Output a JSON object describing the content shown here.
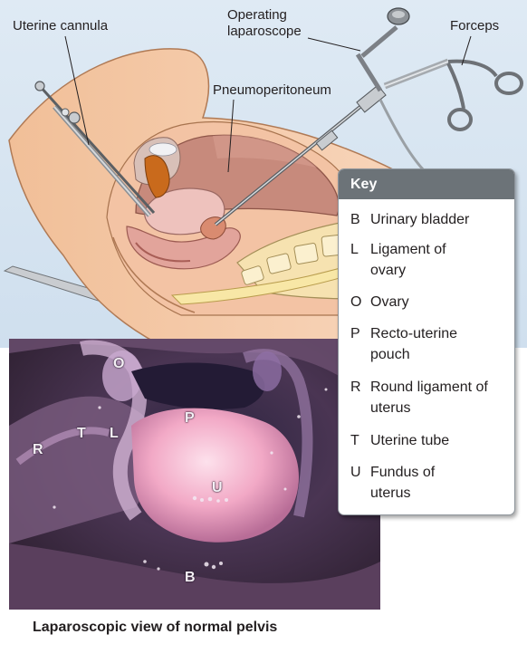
{
  "callouts": {
    "uterine_cannula": "Uterine cannula",
    "operating_laparoscope_line1": "Operating",
    "operating_laparoscope_line2": "laparoscope",
    "forceps": "Forceps",
    "pneumoperitoneum": "Pneumoperitoneum"
  },
  "photo_letters": {
    "O": "O",
    "T": "T",
    "L": "L",
    "R": "R",
    "P": "P",
    "U": "U",
    "B": "B"
  },
  "key": {
    "title": "Key",
    "items": [
      {
        "letter": "B",
        "text": "Urinary bladder"
      },
      {
        "letter": "L",
        "text": "Ligament of ovary"
      },
      {
        "letter": "O",
        "text": "Ovary"
      },
      {
        "letter": "P",
        "text": "Recto-uterine pouch"
      },
      {
        "letter": "R",
        "text": "Round ligament of uterus"
      },
      {
        "letter": "T",
        "text": "Uterine tube"
      },
      {
        "letter": "U",
        "text": "Fundus of uterus"
      }
    ]
  },
  "caption": "Laparoscopic view of normal pelvis",
  "colors": {
    "background_blue": "#d8e6f2",
    "skin": "#f5c9a6",
    "pelvic_cavity": "#c98f80",
    "uterus": "#e6b9b5",
    "key_header": "#6c7378",
    "photo_dark": "#3f2d4a",
    "photo_uterus": "#f0a7c4"
  }
}
